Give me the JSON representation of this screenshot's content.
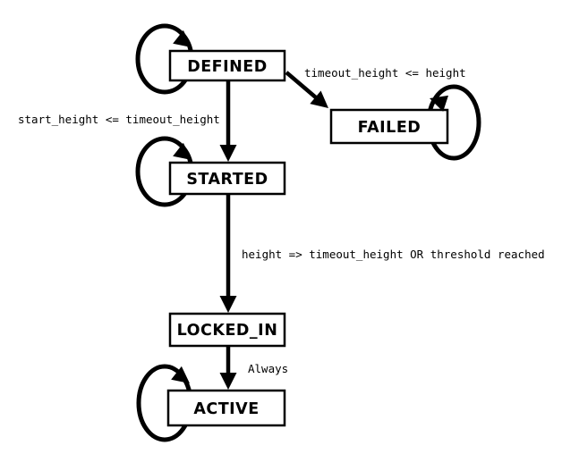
{
  "diagram": {
    "type": "state-machine",
    "background_color": "#ffffff",
    "line_color": "#000000",
    "states": [
      {
        "id": "DEFINED",
        "label": "DEFINED",
        "self_loop": "top-left"
      },
      {
        "id": "FAILED",
        "label": "FAILED",
        "self_loop": "right"
      },
      {
        "id": "STARTED",
        "label": "STARTED",
        "self_loop": "left"
      },
      {
        "id": "LOCKED_IN",
        "label": "LOCKED_IN",
        "self_loop": null
      },
      {
        "id": "ACTIVE",
        "label": "ACTIVE",
        "self_loop": "left"
      }
    ],
    "transitions": [
      {
        "from": "DEFINED",
        "to": "STARTED",
        "label": "start_height <= timeout_height"
      },
      {
        "from": "DEFINED",
        "to": "FAILED",
        "label": "timeout_height <= height"
      },
      {
        "from": "STARTED",
        "to": "LOCKED_IN",
        "label": "height => timeout_height OR threshold reached"
      },
      {
        "from": "LOCKED_IN",
        "to": "ACTIVE",
        "label": "Always"
      }
    ]
  }
}
